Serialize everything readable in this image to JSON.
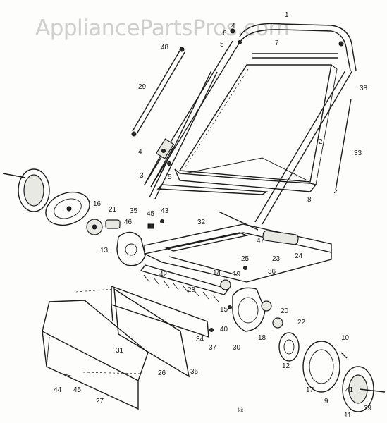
{
  "watermark": "AppliancePartsPros.com",
  "footer_code": "kit",
  "part_labels": [
    "1",
    "2",
    "3",
    "4",
    "4",
    "5",
    "5",
    "6",
    "7",
    "8",
    "9",
    "10",
    "11",
    "12",
    "13",
    "14",
    "15",
    "16",
    "17",
    "18",
    "19",
    "20",
    "21",
    "22",
    "23",
    "24",
    "25",
    "26",
    "27",
    "28",
    "29",
    "30",
    "31",
    "32",
    "33",
    "34",
    "35",
    "36",
    "36",
    "37",
    "38",
    "39",
    "40",
    "41",
    "42",
    "43",
    "44",
    "45",
    "45",
    "46",
    "47",
    "48"
  ]
}
